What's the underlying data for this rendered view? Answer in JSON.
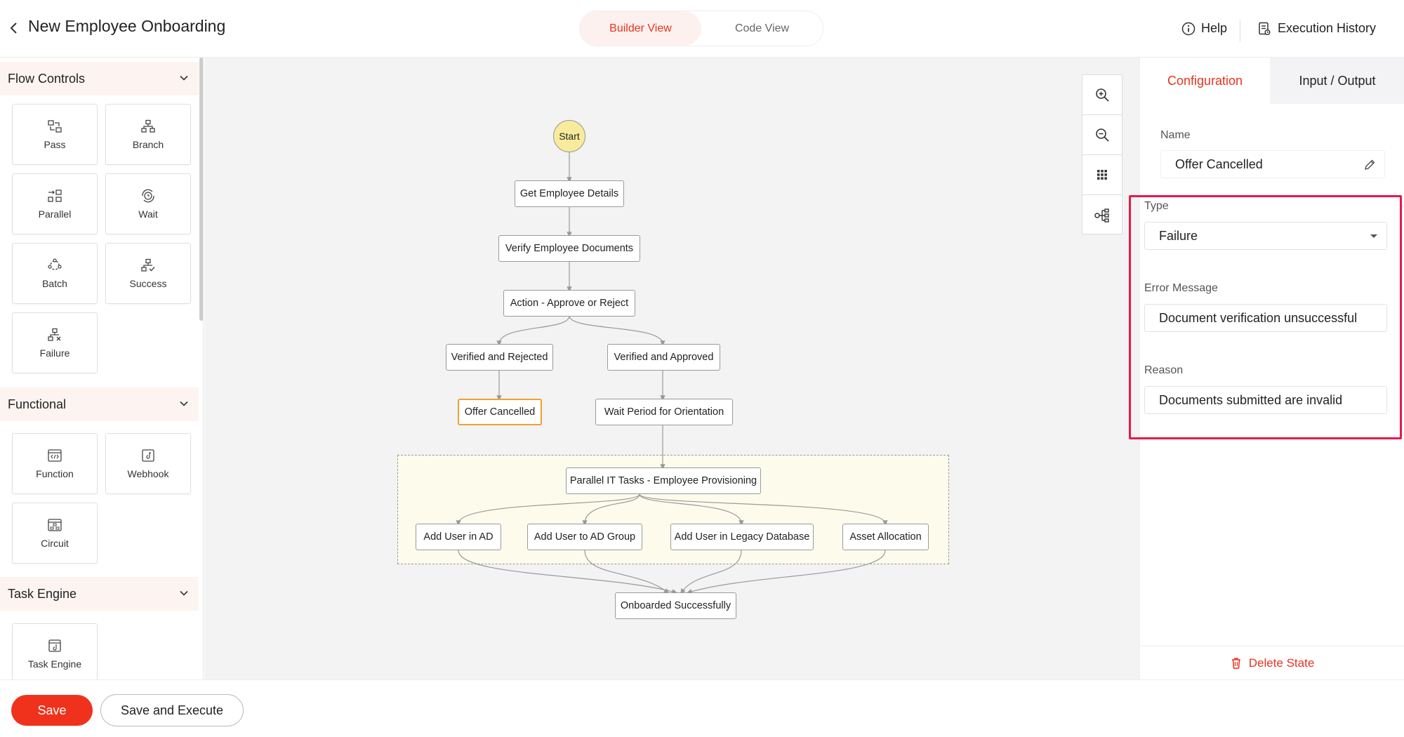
{
  "header": {
    "title": "New Employee Onboarding",
    "views": [
      "Builder View",
      "Code View"
    ],
    "active_view": "Builder View",
    "help": "Help",
    "history": "Execution History"
  },
  "sidebar": {
    "sections": [
      {
        "title": "Flow Controls",
        "items": [
          "Pass",
          "Branch",
          "Parallel",
          "Wait",
          "Batch",
          "Success",
          "Failure"
        ]
      },
      {
        "title": "Functional",
        "items": [
          "Function",
          "Webhook",
          "Circuit"
        ]
      },
      {
        "title": "Task Engine",
        "items": [
          "Task Engine"
        ]
      }
    ]
  },
  "flow": {
    "start": "Start",
    "nodes": {
      "get_details": "Get Employee Details",
      "verify_docs": "Verify Employee Documents",
      "action": "Action - Approve or Reject",
      "rejected": "Verified and Rejected",
      "approved": "Verified and Approved",
      "offer_cancelled": "Offer Cancelled",
      "wait_orientation": "Wait Period for Orientation",
      "parallel_it": "Parallel IT Tasks - Employee Provisioning",
      "add_ad": "Add User in AD",
      "add_ad_group": "Add User to AD Group",
      "add_legacy": "Add User in Legacy Database",
      "asset": "Asset Allocation",
      "onboarded": "Onboarded Successfully"
    }
  },
  "panel": {
    "tabs": [
      "Configuration",
      "Input / Output"
    ],
    "active_tab": "Configuration",
    "name_label": "Name",
    "name_value": "Offer Cancelled",
    "type_label": "Type",
    "type_value": "Failure",
    "error_label": "Error Message",
    "error_value": "Document verification unsuccessful",
    "reason_label": "Reason",
    "reason_value": "Documents submitted are invalid",
    "delete": "Delete State"
  },
  "footer": {
    "save": "Save",
    "save_execute": "Save and Execute"
  },
  "colors": {
    "accent": "#e8331e",
    "highlight": "#e6194b",
    "selected_node": "#f0a030",
    "start_node": "#f8ec9c"
  }
}
